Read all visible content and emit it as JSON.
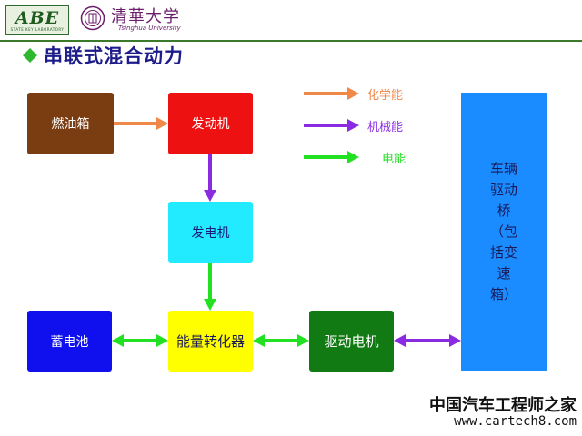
{
  "header": {
    "logo_text": "ABE",
    "logo_sub": "STATE KEY LABORATORY",
    "school_cn": "清華大学",
    "school_en": "Tsinghua University"
  },
  "title": "串联式混合动力",
  "legend": [
    {
      "label": "化学能",
      "color": "#f08848"
    },
    {
      "label": "机械能",
      "color": "#8a2be2"
    },
    {
      "label": "电能",
      "color": "#22e022"
    }
  ],
  "nodes": {
    "fuel_tank": "燃油箱",
    "engine": "发动机",
    "generator": "发电机",
    "battery": "蓄电池",
    "converter": "能量转化器",
    "motor": "驱动电机",
    "axle": "车辆驱动桥（包括变速箱）"
  },
  "colors": {
    "chemical": "#f08848",
    "mechanical": "#8a2be2",
    "electrical": "#22e022",
    "title": "#1c1c8a"
  },
  "watermark": {
    "cn": "中国汽车工程师之家",
    "url": "www.cartech8.com"
  }
}
